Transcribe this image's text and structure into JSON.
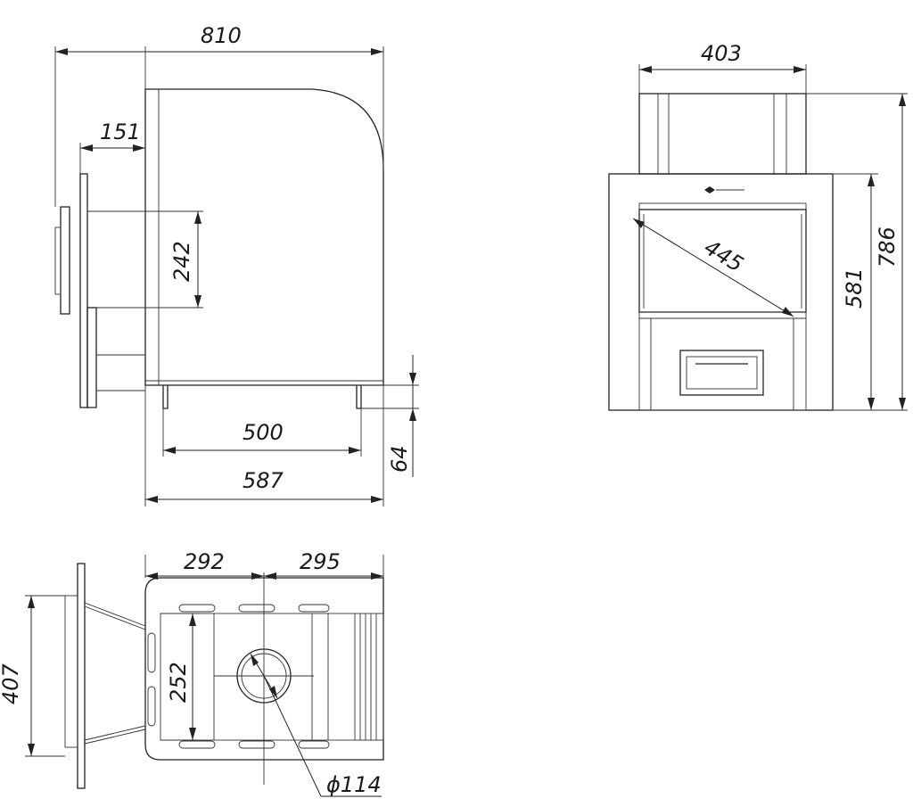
{
  "dimensions": {
    "side_overall_length": "810",
    "side_door_extension": "151",
    "side_door_opening_height": "242",
    "side_leg_spacing": "500",
    "side_body_length": "587",
    "side_leg_height": "64",
    "front_top_width": "403",
    "front_glass_diagonal": "445",
    "front_body_height": "581",
    "front_total_height": "786",
    "top_front_part": "292",
    "top_rear_part": "295",
    "top_flue_offset": "252",
    "top_door_frame_height": "407",
    "top_flue_diameter": "ϕ114"
  }
}
